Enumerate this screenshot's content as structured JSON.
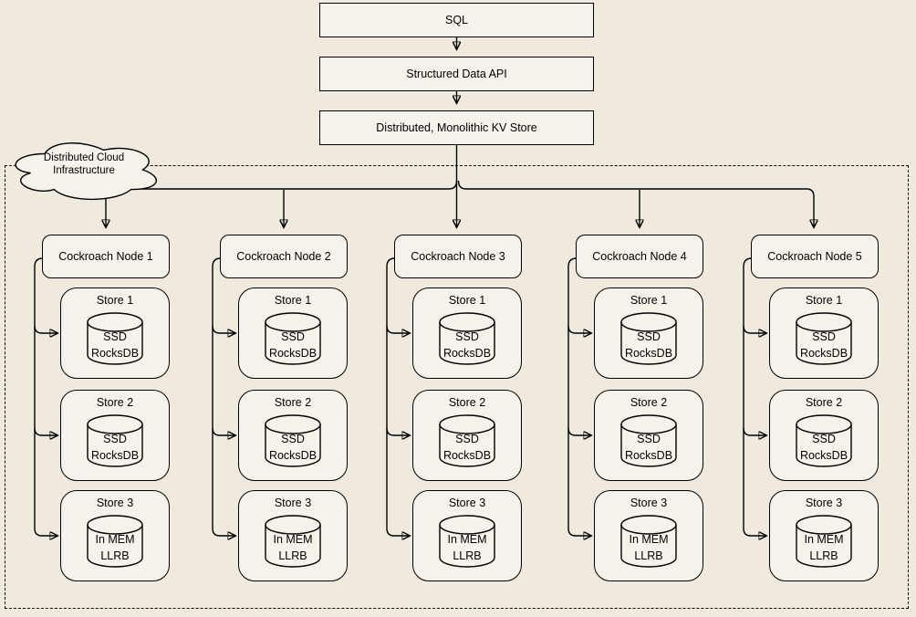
{
  "diagram": {
    "pipeline": [
      {
        "label": "SQL"
      },
      {
        "label": "Structured Data API"
      },
      {
        "label": "Distributed, Monolithic KV Store"
      }
    ],
    "cloud": {
      "line1": "Distributed Cloud",
      "line2": "Infrastructure"
    },
    "nodes": [
      {
        "label": "Cockroach Node 1",
        "stores": [
          {
            "title": "Store 1",
            "db_line1": "SSD",
            "db_line2": "RocksDB"
          },
          {
            "title": "Store 2",
            "db_line1": "SSD",
            "db_line2": "RocksDB"
          },
          {
            "title": "Store 3",
            "db_line1": "In MEM",
            "db_line2": "LLRB"
          }
        ]
      },
      {
        "label": "Cockroach Node 2",
        "stores": [
          {
            "title": "Store 1",
            "db_line1": "SSD",
            "db_line2": "RocksDB"
          },
          {
            "title": "Store 2",
            "db_line1": "SSD",
            "db_line2": "RocksDB"
          },
          {
            "title": "Store 3",
            "db_line1": "In MEM",
            "db_line2": "LLRB"
          }
        ]
      },
      {
        "label": "Cockroach Node 3",
        "stores": [
          {
            "title": "Store 1",
            "db_line1": "SSD",
            "db_line2": "RocksDB"
          },
          {
            "title": "Store 2",
            "db_line1": "SSD",
            "db_line2": "RocksDB"
          },
          {
            "title": "Store 3",
            "db_line1": "In MEM",
            "db_line2": "LLRB"
          }
        ]
      },
      {
        "label": "Cockroach Node 4",
        "stores": [
          {
            "title": "Store 1",
            "db_line1": "SSD",
            "db_line2": "RocksDB"
          },
          {
            "title": "Store 2",
            "db_line1": "SSD",
            "db_line2": "RocksDB"
          },
          {
            "title": "Store 3",
            "db_line1": "In MEM",
            "db_line2": "LLRB"
          }
        ]
      },
      {
        "label": "Cockroach Node 5",
        "stores": [
          {
            "title": "Store 1",
            "db_line1": "SSD",
            "db_line2": "RocksDB"
          },
          {
            "title": "Store 2",
            "db_line1": "SSD",
            "db_line2": "RocksDB"
          },
          {
            "title": "Store 3",
            "db_line1": "In MEM",
            "db_line2": "LLRB"
          }
        ]
      }
    ],
    "colors": {
      "background": "#efe9de",
      "shape_fill": "#f6f1e9",
      "stroke": "#000000"
    }
  }
}
